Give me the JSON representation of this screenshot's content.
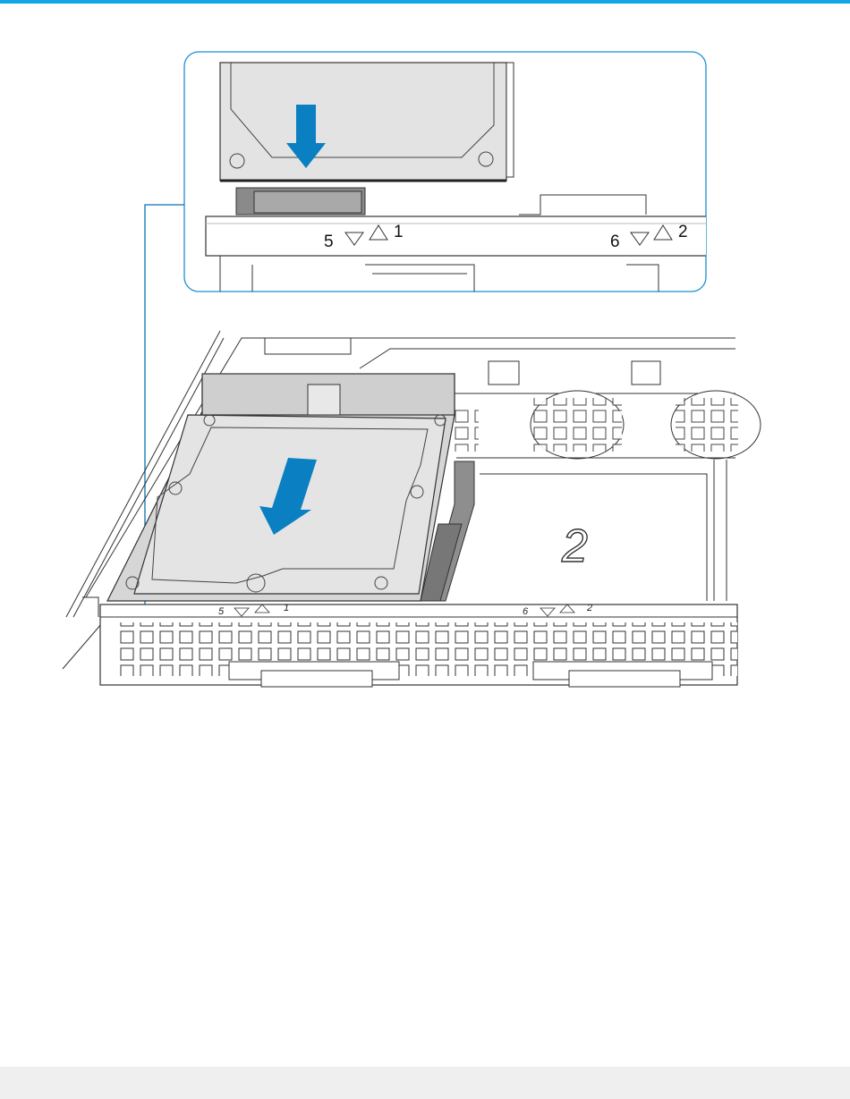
{
  "colors": {
    "accent": "#12a7e4",
    "arrow": "#0a7fc2",
    "callout_line": "#0a6fb0",
    "footer": "#efefef"
  },
  "callout": {
    "slot1": {
      "left_number": "5",
      "right_number": "1"
    },
    "slot2": {
      "left_number": "6",
      "right_number": "2"
    }
  },
  "main": {
    "slot1": {
      "left_number": "5",
      "right_number": "1"
    },
    "slot2": {
      "left_number": "6",
      "right_number": "2"
    },
    "bay_number": "2"
  },
  "icons": [
    "down-arrow-icon",
    "insert-arrow-icon",
    "triangle-down-icon",
    "triangle-up-icon"
  ]
}
